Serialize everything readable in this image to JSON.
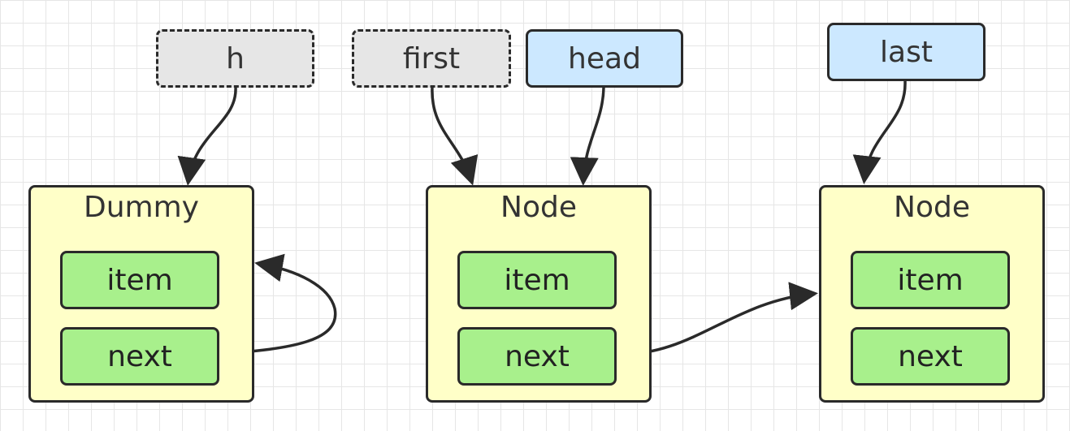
{
  "pointers": {
    "h": "h",
    "first": "first",
    "head": "head",
    "last": "last"
  },
  "nodes": {
    "dummy": {
      "title": "Dummy",
      "item": "item",
      "next": "next"
    },
    "node1": {
      "title": "Node",
      "item": "item",
      "next": "next"
    },
    "node2": {
      "title": "Node",
      "item": "item",
      "next": "next"
    }
  },
  "colors": {
    "pointer_temp": "#e6e6e6",
    "pointer_field": "#cce8ff",
    "node_fill": "#ffffc8",
    "field_fill": "#a8f08c",
    "stroke": "#2a2a2a",
    "grid": "#e6e6e6"
  }
}
